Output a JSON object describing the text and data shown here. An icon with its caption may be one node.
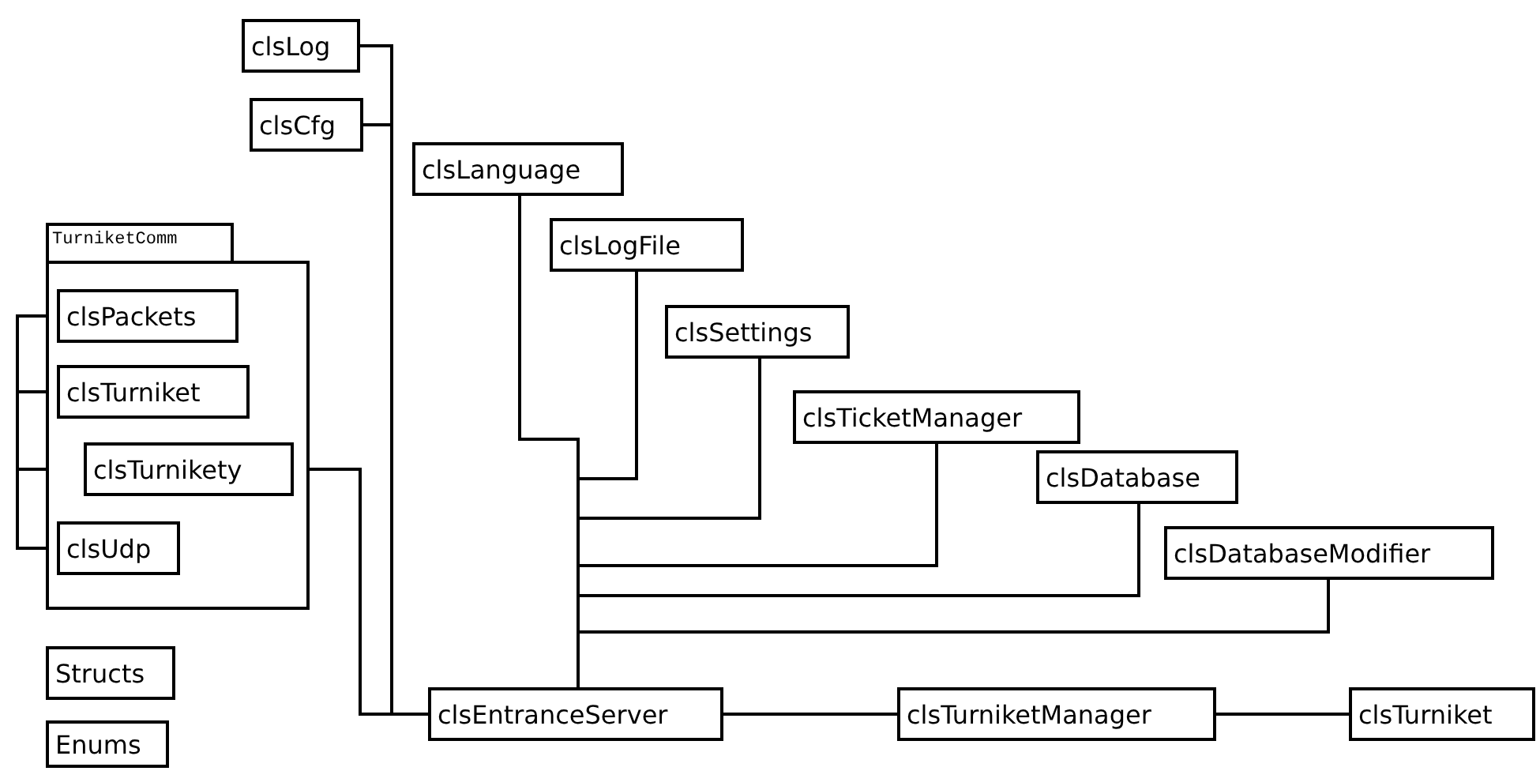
{
  "diagram": {
    "nodes": [
      {
        "text": [
          "clsLog"
        ]
      },
      {
        "text": [
          "clsCfg"
        ]
      },
      {
        "text": [
          "clsLanguage"
        ]
      },
      {
        "text": [
          "TurniketComm"
        ]
      },
      {
        "text": [
          "clsPackets"
        ],
        "in": 3
      },
      {
        "text": [
          "clsTurniket"
        ],
        "in": 3
      },
      {
        "text": [
          "clsTurnikety"
        ],
        "in": 3
      },
      {
        "text": [
          "clsUdp"
        ],
        "in": 3
      },
      {
        "text": [
          "clsLogFile"
        ]
      },
      {
        "text": [
          "clsSettings"
        ]
      },
      {
        "text": [
          "clsTicketManager"
        ]
      },
      {
        "text": [
          "clsDatabase"
        ]
      },
      {
        "text": [
          "clsDatabaseModifier"
        ]
      },
      {
        "text": [
          "Structs"
        ]
      },
      {
        "text": [
          "Enums"
        ]
      },
      {
        "text": [
          "clsEntranceServer"
        ]
      },
      {
        "text": [
          "clsTurniketManager"
        ]
      },
      {
        "text": [
          "clsTurniket"
        ]
      }
    ],
    "edges": [
      {
        "from": 0,
        "to": 15,
        "arrow": "none"
      },
      {
        "from": 1,
        "to": 15,
        "arrow": "none"
      },
      {
        "from": 6,
        "to": 15,
        "arrow": "none"
      },
      {
        "from": 6,
        "to": 4,
        "arrow": "none"
      },
      {
        "from": 6,
        "to": 5,
        "arrow": "none"
      },
      {
        "from": 6,
        "to": 7,
        "arrow": "none"
      },
      {
        "from": 2,
        "to": 15,
        "arrow": "none"
      },
      {
        "from": 8,
        "to": 15,
        "arrow": "none"
      },
      {
        "from": 9,
        "to": 15,
        "arrow": "none"
      },
      {
        "from": 10,
        "to": 15,
        "arrow": "none"
      },
      {
        "from": 11,
        "to": 15,
        "arrow": "none"
      },
      {
        "from": 12,
        "to": 15,
        "arrow": "none"
      },
      {
        "from": 15,
        "to": 16,
        "arrow": "none"
      },
      {
        "from": 16,
        "to": 17,
        "arrow": "none"
      }
    ]
  }
}
